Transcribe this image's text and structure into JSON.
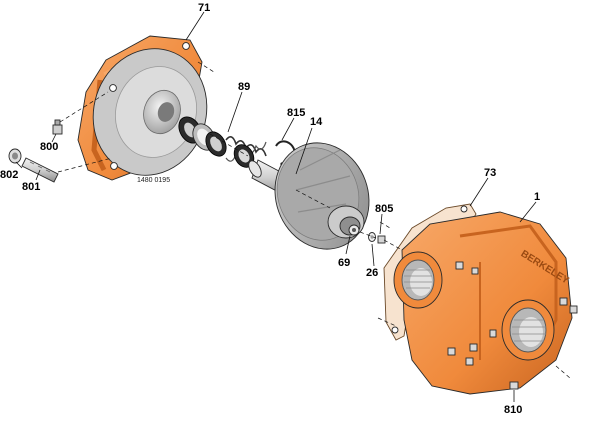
{
  "diagram": {
    "drawing_number": "1480 0195",
    "brand_cast": "BERKELEY",
    "colors": {
      "orange": "#f08a3c",
      "orange_dark": "#c8641f",
      "orange_light": "#f7a868",
      "grey": "#b9b9b9",
      "grey_dark": "#8a8a8a",
      "grey_light": "#e0e0e0"
    },
    "callouts": {
      "c71": "71",
      "c89": "89",
      "c815": "815",
      "c14": "14",
      "c800": "800",
      "c802": "802",
      "c801": "801",
      "c73": "73",
      "c1": "1",
      "c805": "805",
      "c69": "69",
      "c26": "26",
      "c810": "810"
    }
  }
}
